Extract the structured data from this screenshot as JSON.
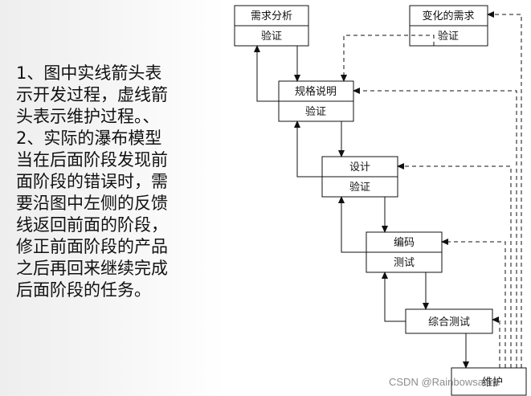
{
  "description": {
    "lines": [
      "1、图中实线箭头表",
      "示开发过程，虚线箭",
      "头表示维护过程。、",
      "2、实际的瀑布模型",
      "当在后面阶段发现前",
      "面阶段的错误时，需",
      "要沿图中左侧的反馈",
      "线返回前面的阶段，",
      "修正前面阶段的产品",
      "之后再回来继续完成",
      "后面阶段的任务。"
    ]
  },
  "diagram": {
    "boxes": {
      "requirements_analysis": {
        "top": "需求分析",
        "bottom": "验证"
      },
      "changed_requirements": {
        "top": "变化的需求",
        "bottom": "验证"
      },
      "specification": {
        "top": "规格说明",
        "bottom": "验证"
      },
      "design": {
        "top": "设计",
        "bottom": "验证"
      },
      "coding": {
        "top": "编码",
        "bottom": "测试"
      },
      "integration_testing": {
        "label": "综合测试"
      },
      "maintenance": {
        "label": "维护"
      }
    }
  },
  "watermark": "CSDN @Rainbowsaime"
}
